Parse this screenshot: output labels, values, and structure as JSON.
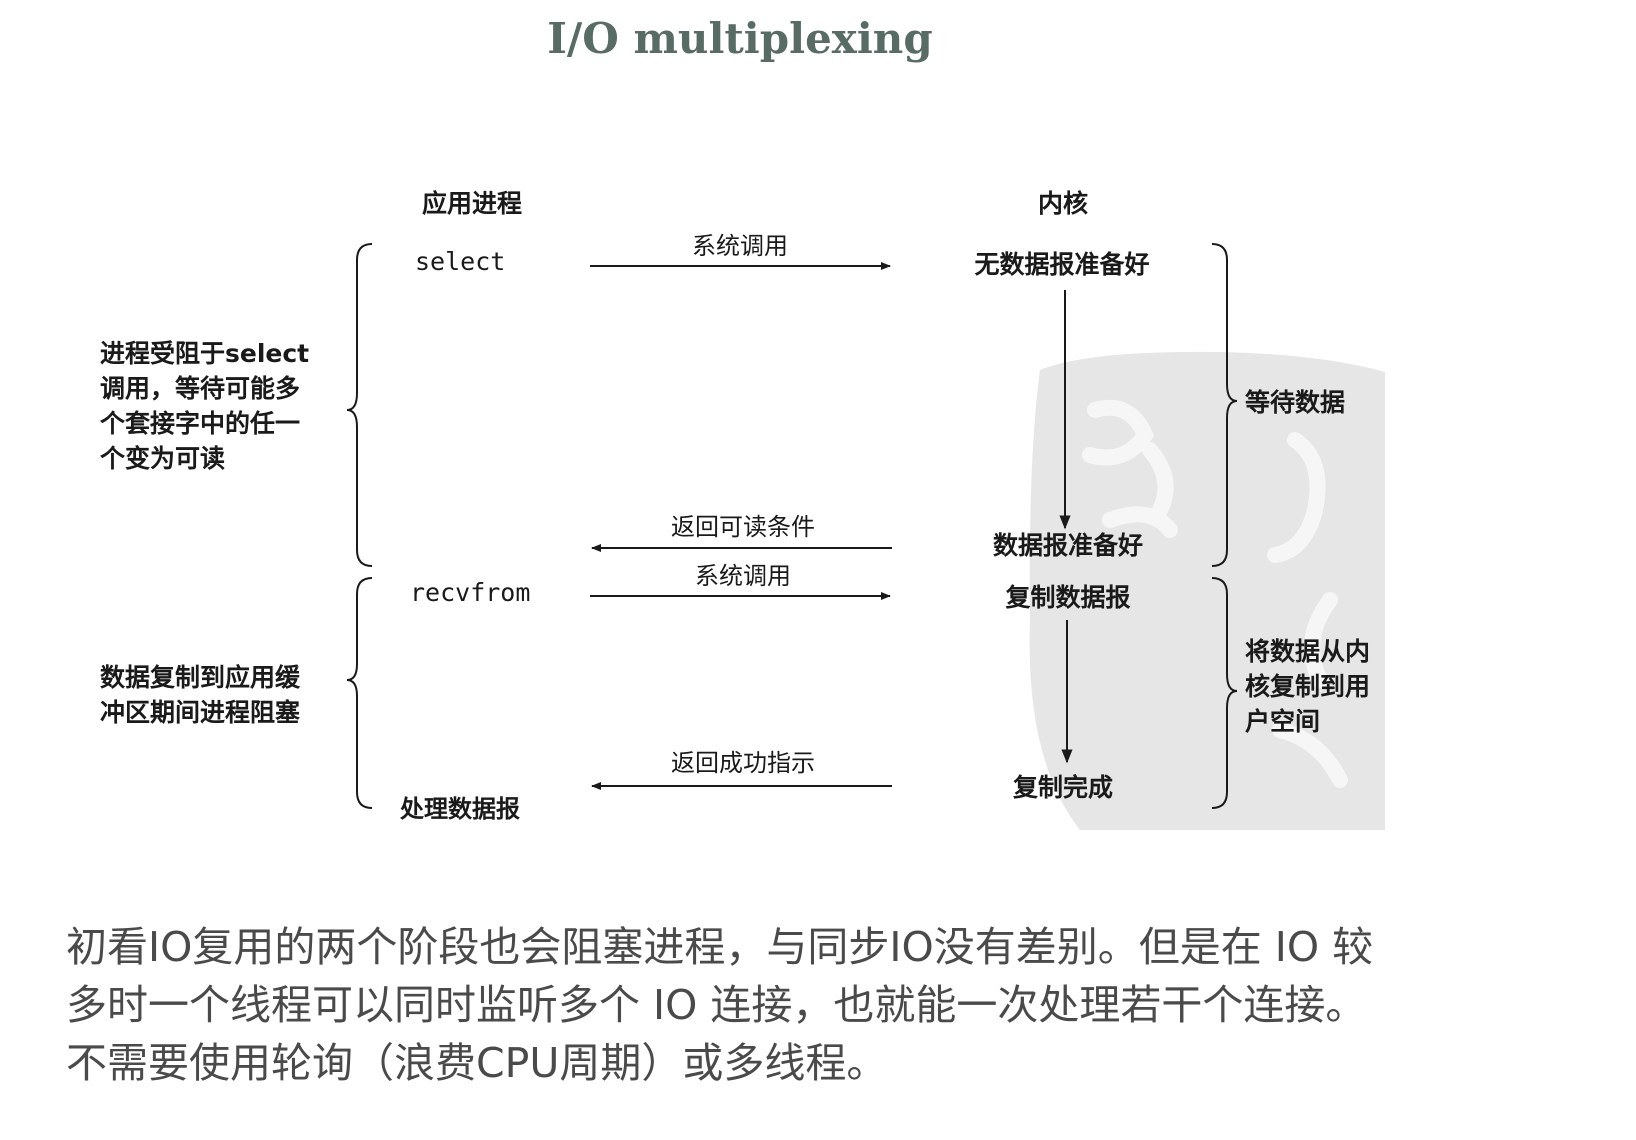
{
  "title": "I/O multiplexing",
  "diagram": {
    "col_app": "应用进程",
    "col_kernel": "内核",
    "app_select": "select",
    "app_recvfrom": "recvfrom",
    "app_process": "处理数据报",
    "arrow_syscall_1": "系统调用",
    "arrow_return_readable": "返回可读条件",
    "arrow_syscall_2": "系统调用",
    "arrow_return_success": "返回成功指示",
    "kernel_no_data": "无数据报准备好",
    "kernel_data_ready": "数据报准备好",
    "kernel_copy": "复制数据报",
    "kernel_copy_done": "复制完成",
    "left_note_1": [
      "进程受阻于select",
      "调用，等待可能多",
      "个套接字中的任一",
      "个变为可读"
    ],
    "left_note_2": [
      "数据复制到应用缓",
      "冲区期间进程阻塞"
    ],
    "right_note_1": "等待数据",
    "right_note_2": [
      "将数据从内",
      "核复制到用",
      "户空间"
    ]
  },
  "caption": [
    "初看IO复用的两个阶段也会阻塞进程，与同步IO没有差别。但是在 IO 较",
    "多时一个线程可以同时监听多个 IO 连接，也就能一次处理若干个连接。",
    "不需要使用轮询（浪费CPU周期）或多线程。"
  ],
  "colors": {
    "title": "#586b64",
    "caption": "#4a4a4a",
    "watermark": "#e6e6e6"
  }
}
